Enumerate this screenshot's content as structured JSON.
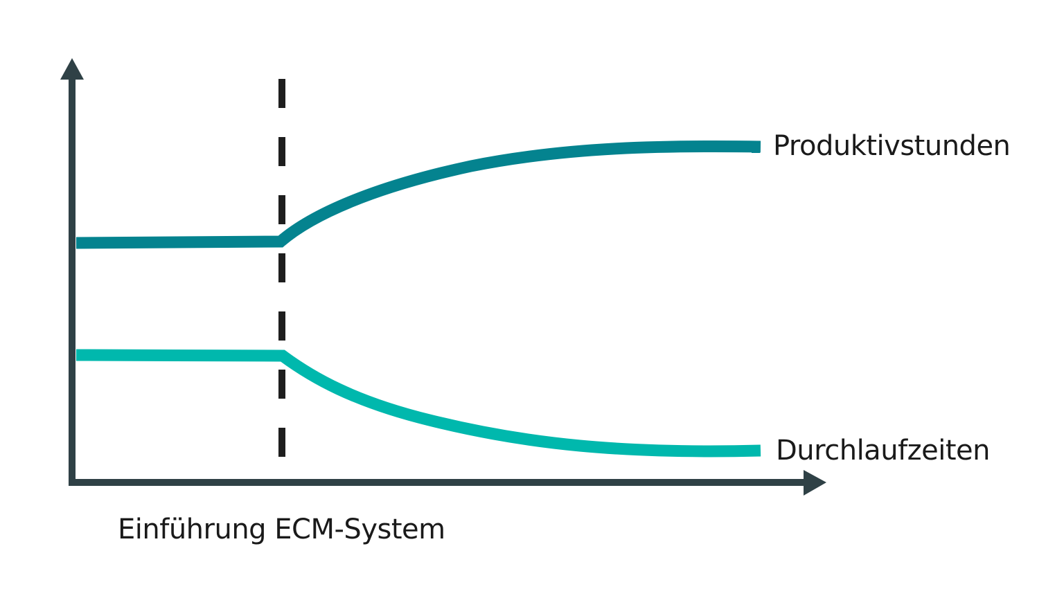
{
  "chart_data": {
    "type": "line",
    "title": "",
    "xlabel": "",
    "ylabel": "",
    "grid": false,
    "legend_position": "inline-right",
    "x": [
      0,
      1,
      2,
      3,
      4,
      5,
      6,
      7,
      8,
      9,
      10
    ],
    "event_marker": {
      "x": 3,
      "label": "Einführung ECM-System",
      "style": "dashed-vertical"
    },
    "series": [
      {
        "name": "Produktivstunden",
        "color": "#04838f",
        "values": [
          50,
          50,
          50,
          50,
          62,
          70,
          76,
          80,
          82,
          83,
          83
        ]
      },
      {
        "name": "Durchlaufzeiten",
        "color": "#00b8ad",
        "values": [
          30,
          30,
          30,
          30,
          22,
          16,
          12,
          10,
          8.5,
          8,
          8
        ]
      }
    ],
    "ylim": [
      0,
      100
    ]
  },
  "labels": {
    "series_1": "Produktivstunden",
    "series_2": "Durchlaufzeiten",
    "event": "Einführung ECM-System"
  },
  "colors": {
    "axis": "#2f4146",
    "series_1": "#04838f",
    "series_2": "#00b8ad",
    "marker": "#1e1e1e",
    "text": "#1a1a1a"
  }
}
